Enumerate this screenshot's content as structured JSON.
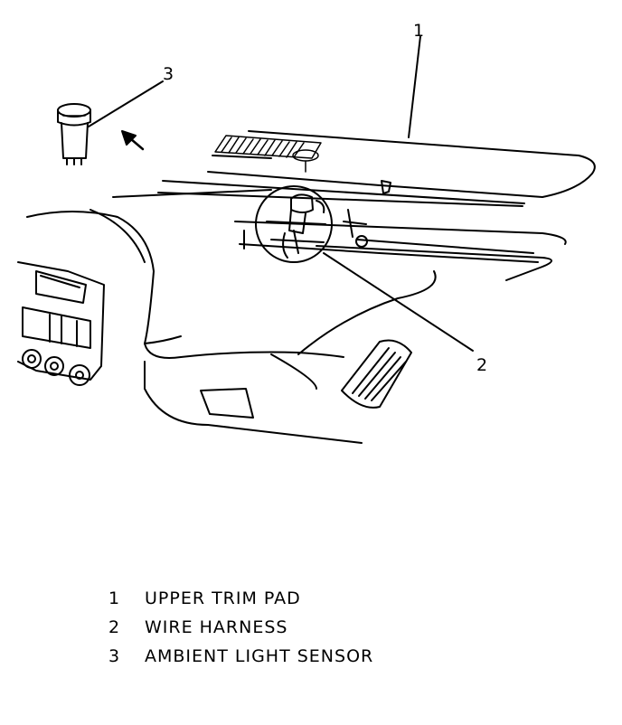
{
  "figure": {
    "callouts": [
      "1",
      "2",
      "3"
    ]
  },
  "legend": [
    {
      "number": "1",
      "label": "UPPER TRIM PAD"
    },
    {
      "number": "2",
      "label": "WIRE HARNESS"
    },
    {
      "number": "3",
      "label": "AMBIENT LIGHT SENSOR"
    }
  ],
  "colors": {
    "line": "#000000",
    "background": "#ffffff"
  }
}
